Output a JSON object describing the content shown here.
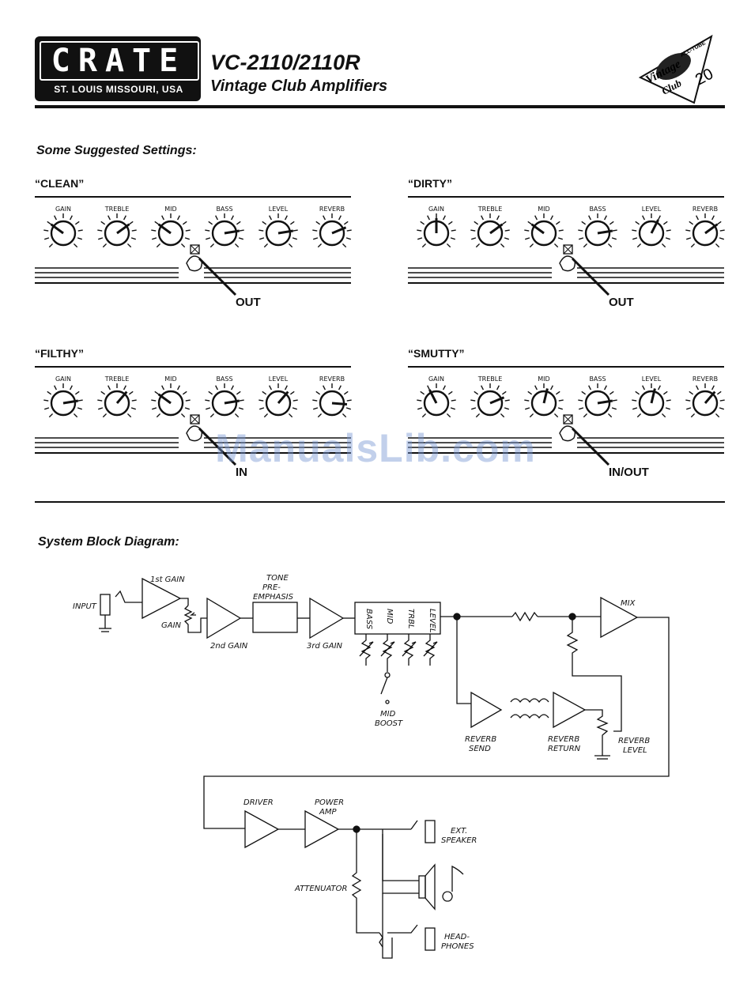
{
  "header": {
    "logo": "CRATE",
    "logo_sub": "ST. LOUIS MISSOURI, USA",
    "model": "VC-2110/2110R",
    "subtitle": "Vintage Club Amplifiers",
    "badge_lines": [
      "ALL-TUBE",
      "Vintage",
      "Club",
      "20"
    ]
  },
  "settings": {
    "title": "Some Suggested Settings:",
    "knob_labels": [
      "GAIN",
      "TREBLE",
      "MID",
      "BASS",
      "LEVEL",
      "REVERB"
    ],
    "presets": [
      {
        "name": "“CLEAN”",
        "switch": "OUT",
        "knobs": [
          3,
          7,
          3,
          8,
          8,
          7.5
        ]
      },
      {
        "name": "“DIRTY”",
        "switch": "OUT",
        "knobs": [
          5,
          7,
          3,
          8,
          6,
          7
        ]
      },
      {
        "name": "“FILTHY”",
        "switch": "IN",
        "knobs": [
          8,
          6.5,
          3,
          8,
          6.5,
          8.5
        ]
      },
      {
        "name": "“SMUTTY”",
        "switch": "IN/OUT",
        "knobs": [
          4,
          7.5,
          5.5,
          8,
          5.5,
          6.5
        ]
      }
    ]
  },
  "diagram": {
    "title": "System Block Diagram:",
    "labels": {
      "input": "INPUT",
      "gain1": "1st GAIN",
      "gain_pot": "GAIN",
      "gain2": "2nd GAIN",
      "tone1": "TONE",
      "tone2": "PRE-",
      "tone3": "EMPHASIS",
      "gain3": "3rd GAIN",
      "bass": "BASS",
      "mid": "MID",
      "trbl": "TRBL",
      "level": "LEVEL",
      "midboost1": "MID",
      "midboost2": "BOOST",
      "mix": "MIX",
      "revsend1": "REVERB",
      "revsend2": "SEND",
      "revret1": "REVERB",
      "revret2": "RETURN",
      "revlvl1": "REVERB",
      "revlvl2": "LEVEL",
      "driver": "DRIVER",
      "power1": "POWER",
      "power2": "AMP",
      "ext1": "EXT.",
      "ext2": "SPEAKER",
      "atten": "ATTENUATOR",
      "head1": "HEAD-",
      "head2": "PHONES"
    }
  },
  "watermark": "ManualsLib.com"
}
